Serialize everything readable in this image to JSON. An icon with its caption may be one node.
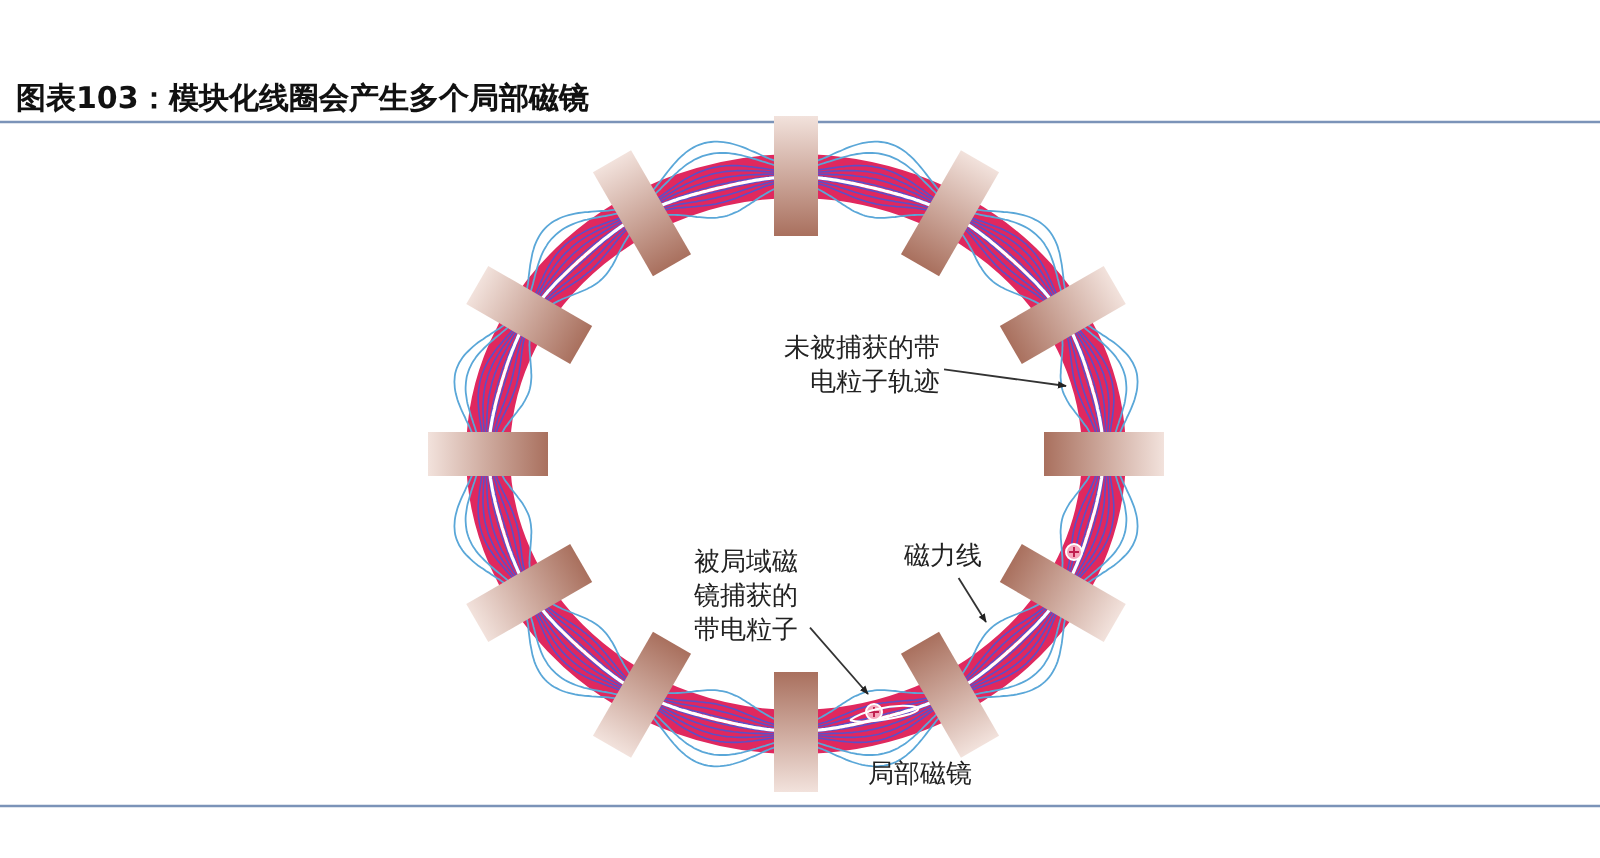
{
  "diagram": {
    "title": "图表103：模块化线圈会产生多个局部磁镜",
    "nodes": [
      {
        "text": [
          "未被捕获的带电粒子轨迹"
        ]
      },
      {
        "text": [
          "磁力线"
        ]
      },
      {
        "text": [
          "被局域磁镜捕获的带电粒子"
        ]
      }
    ],
    "edges": [
      {
        "from": 0,
        "to": null,
        "arrow": "to"
      },
      {
        "from": 1,
        "to": null,
        "arrow": "to"
      },
      {
        "from": 2,
        "to": null,
        "arrow": "to"
      }
    ],
    "labels": [
      "局部磁镜"
    ]
  }
}
